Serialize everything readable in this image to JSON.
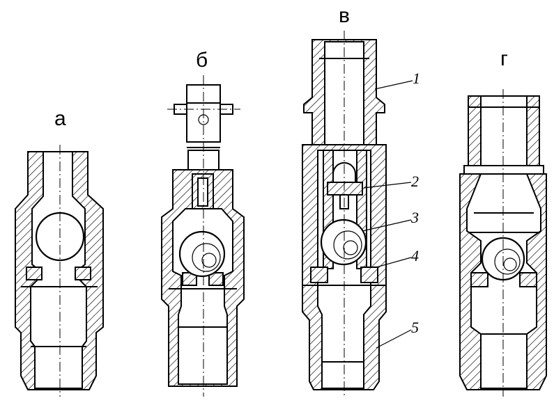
{
  "labels": {
    "a": "а",
    "b": "б",
    "v": "в",
    "g": "г"
  },
  "callouts": [
    "1",
    "2",
    "3",
    "4",
    "5"
  ],
  "colors": {
    "ink": "#000000",
    "paper": "#ffffff"
  }
}
